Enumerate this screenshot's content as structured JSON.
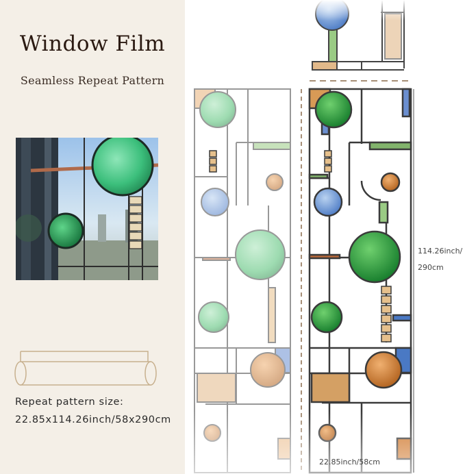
{
  "title": "Window Film",
  "subtitle": "Seamless Repeat Pattern",
  "repeat": {
    "label": "Repeat pattern size:",
    "value": "22.85x114.26inch/58x290cm"
  },
  "dimensions": {
    "height_line1": "114.26inch/",
    "height_line2": "290cm",
    "width": "22.85inch/58cm"
  },
  "colors": {
    "panel_bg": "#f4efe7",
    "title": "#2b1a12",
    "lead_line": "#3a3a3a",
    "green_glass": "#2f9a48",
    "blue_glass": "#4a79c4",
    "amber_glass": "#c67424",
    "dashed_guide": "#8a6a4a"
  }
}
